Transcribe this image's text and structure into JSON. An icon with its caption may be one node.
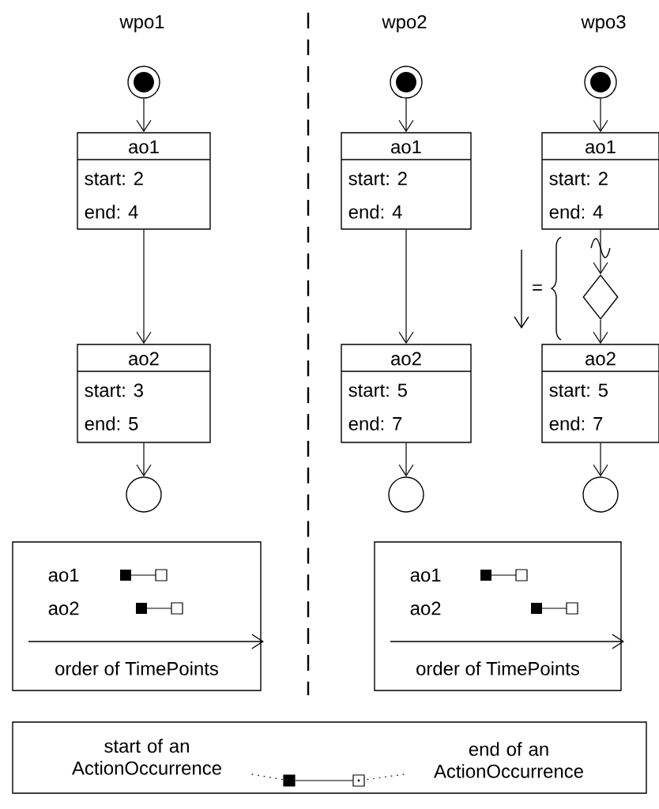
{
  "diagram": {
    "nodes": [
      {
        "text": [],
        "shape": "circle"
      },
      {
        "text": [
          "ao1",
          "start: 2",
          "end: 4"
        ]
      },
      {
        "text": [
          "ao2",
          "start: 3",
          "end: 5"
        ]
      },
      {
        "text": [],
        "shape": "circle"
      },
      {
        "text": [],
        "shape": "circle"
      },
      {
        "text": [
          "ao1",
          "start: 2",
          "end: 4"
        ]
      },
      {
        "text": [
          "ao2",
          "start: 5",
          "end: 7"
        ]
      },
      {
        "text": [],
        "shape": "circle"
      },
      {
        "text": [],
        "shape": "circle"
      },
      {
        "text": [
          "ao1",
          "start: 2",
          "end: 4"
        ]
      },
      {
        "text": [],
        "shape": "diamond"
      },
      {
        "text": [
          "ao2",
          "start: 5",
          "end: 7"
        ]
      },
      {
        "text": [],
        "shape": "circle"
      },
      {
        "text": [
          "ao1",
          "ao2",
          "order of TimePoints"
        ]
      },
      {
        "text": [
          "ao1",
          "ao2",
          "order of TimePoints"
        ]
      },
      {
        "text": [],
        "shape": "box"
      },
      {
        "text": [
          "start of an ActionOccurrence"
        ],
        "in": 15
      },
      {
        "text": [],
        "shape": "box",
        "in": 15
      },
      {
        "text": [],
        "shape": "box",
        "in": 15
      },
      {
        "text": [
          "end of an ActionOccurrence"
        ],
        "in": 15
      }
    ],
    "edges": [
      {
        "from": 0,
        "to": 1,
        "arrow": "to"
      },
      {
        "from": 1,
        "to": 2,
        "arrow": "to"
      },
      {
        "from": 2,
        "to": 3,
        "arrow": "to"
      },
      {
        "from": 4,
        "to": 5,
        "arrow": "to"
      },
      {
        "from": 5,
        "to": 6,
        "arrow": "to"
      },
      {
        "from": 6,
        "to": 7,
        "arrow": "to"
      },
      {
        "from": 8,
        "to": 9,
        "arrow": "to"
      },
      {
        "from": 9,
        "to": 10,
        "arrow": "to"
      },
      {
        "from": 10,
        "to": 11,
        "arrow": "to"
      },
      {
        "from": 11,
        "to": 12,
        "arrow": "to"
      },
      {
        "from": 16,
        "to": 17,
        "arrow": "none",
        "style": "dashed"
      },
      {
        "from": 17,
        "to": 18,
        "arrow": "none"
      },
      {
        "from": 19,
        "to": 18,
        "arrow": "none",
        "style": "dashed"
      }
    ],
    "labels": [
      "wpo1",
      "wpo2",
      "wpo3",
      "="
    ]
  }
}
